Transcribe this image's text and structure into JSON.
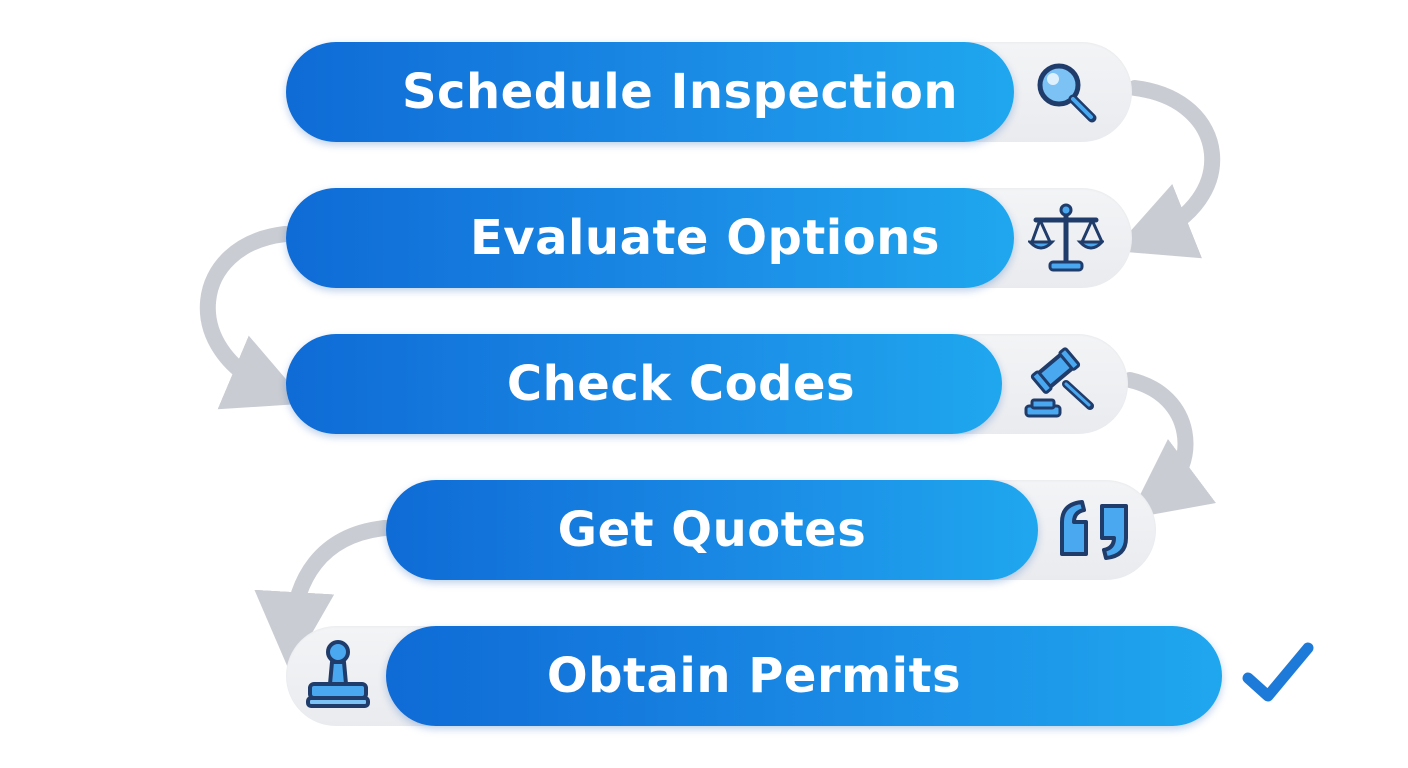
{
  "steps": [
    {
      "label": "Schedule Inspection",
      "icon": "magnifying-glass-icon"
    },
    {
      "label": "Evaluate Options",
      "icon": "balance-scale-icon"
    },
    {
      "label": "Check Codes",
      "icon": "gavel-icon"
    },
    {
      "label": "Get Quotes",
      "icon": "quotation-mark-icon"
    },
    {
      "label": "Obtain Permits",
      "icon": "rubber-stamp-icon"
    }
  ],
  "final_marker": {
    "icon": "checkmark-icon"
  },
  "connector_icon": "curved-arrow-icon",
  "colors": {
    "step_gradient_start": "#0f6bd6",
    "step_gradient_end": "#1fa7ee",
    "track": "#eceef1",
    "icon_fill": "#4aa8f0",
    "icon_stroke": "#1f3c6b",
    "arrow": "#c9ccd3",
    "check": "#1e7ad8"
  }
}
